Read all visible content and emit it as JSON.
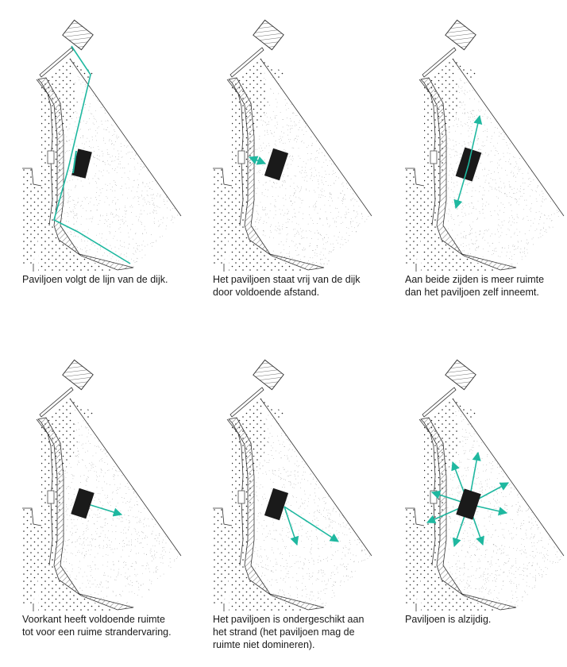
{
  "colors": {
    "accent": "#1fb8a0",
    "pavilion": "#1a1a1a",
    "line": "#333333"
  },
  "panels": [
    {
      "id": "p1",
      "caption": "Paviljoen volgt de lijn van de dijk."
    },
    {
      "id": "p2",
      "caption": "Het paviljoen staat vrij van de dijk\ndoor voldoende afstand."
    },
    {
      "id": "p3",
      "caption": "Aan beide zijden is meer ruimte\ndan het paviljoen zelf inneemt."
    },
    {
      "id": "p4",
      "caption": "Voorkant heeft voldoende ruimte\ntot voor een ruime strandervaring."
    },
    {
      "id": "p5",
      "caption": "Het paviljoen is ondergeschikt aan\nhet strand (het paviljoen mag de\nruimte niet domineren)."
    },
    {
      "id": "p6",
      "caption": "Paviljoen is alzijdig."
    }
  ]
}
